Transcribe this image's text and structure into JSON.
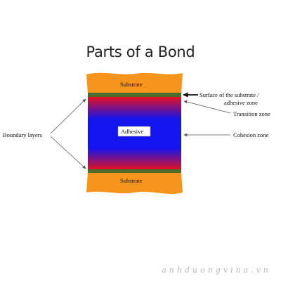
{
  "title": "Parts of a Bond",
  "layers": {
    "top_substrate": "Substrate",
    "adhesive": "Adhesive",
    "bottom_substrate": "Substrate"
  },
  "callouts": {
    "boundary_layers": "Boundary layers",
    "surface_line1": "Surface of the substrate /",
    "surface_line2": "adhesive zone",
    "transition_zone": "Transition zone",
    "cohesion_zone": "Cohesion zone"
  },
  "watermark": "anhduongvina.vn",
  "colors": {
    "substrate": "#f6951c",
    "interface": "#4d6b2c",
    "adhesive_edge": "#e8121e",
    "adhesive_core": "#1414ee",
    "arrow": "#555555"
  }
}
